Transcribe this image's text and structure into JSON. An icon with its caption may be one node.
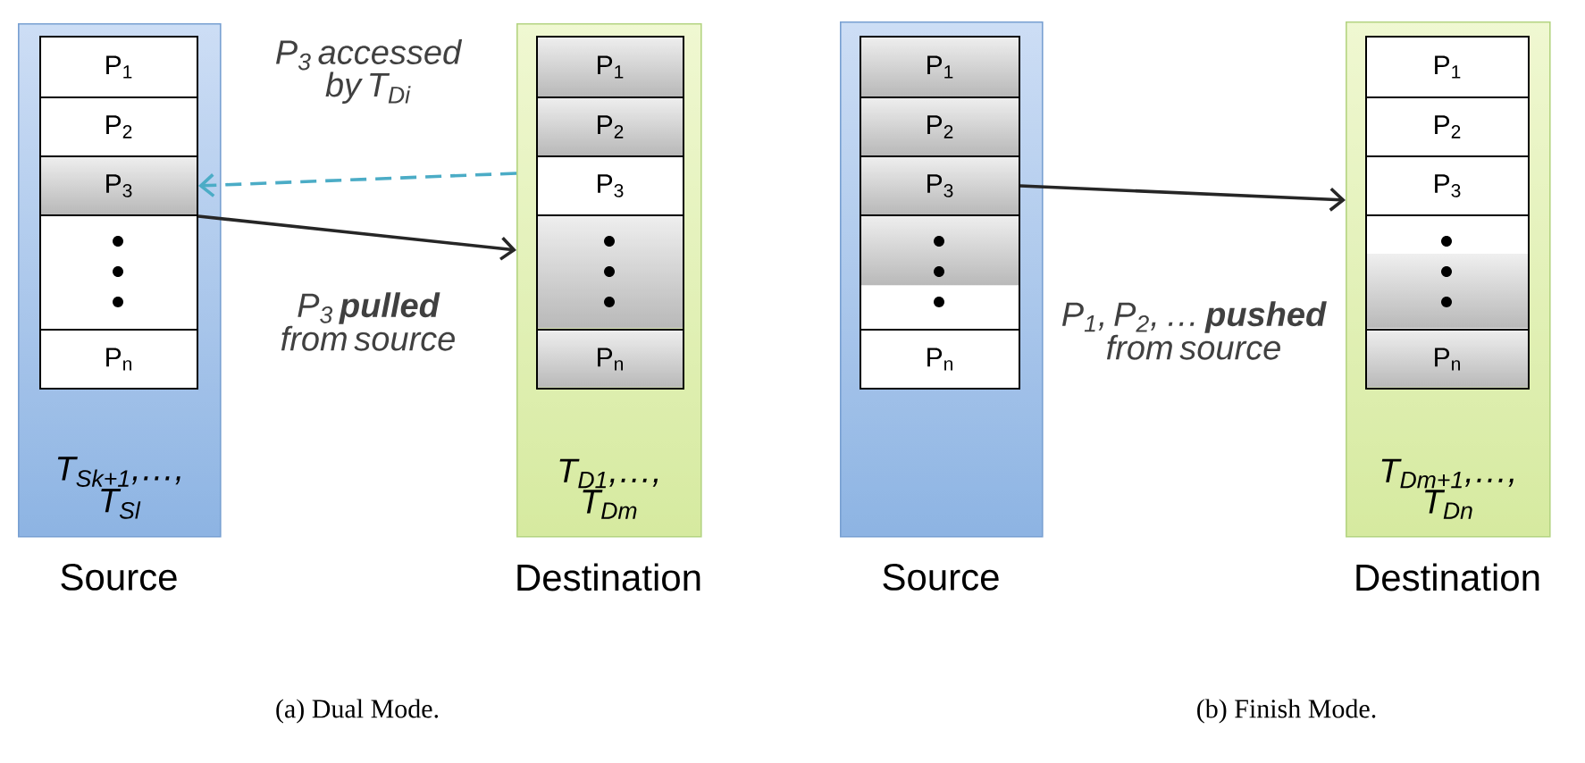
{
  "diagram": {
    "nodes": [
      {
        "text": [
          "T$_{Sk+1}$,…, T$_{Sl}$"
        ],
        "beside": [
          "Source"
        ]
      },
      {
        "text": [
          "P$_{1}$"
        ],
        "in": 0
      },
      {
        "text": [
          "P$_{2}$"
        ],
        "in": 0
      },
      {
        "text": [
          "P$_{3}$"
        ],
        "in": 0
      },
      {
        "text": [],
        "shape": "box",
        "in": 0
      },
      {
        "text": [
          "P$_{n}$"
        ],
        "in": 0
      },
      {
        "text": [
          "T$_{D1}$,…, T$_{Dm}$"
        ],
        "beside": [
          "Destination"
        ]
      },
      {
        "text": [
          "P$_{1}$"
        ],
        "in": 6
      },
      {
        "text": [
          "P$_{2}$"
        ],
        "in": 6
      },
      {
        "text": [
          "P$_{3}$"
        ],
        "in": 6
      },
      {
        "text": [],
        "shape": "box",
        "in": 6
      },
      {
        "text": [
          "P$_{n}$"
        ],
        "in": 6
      },
      {
        "text": [],
        "shape": "box",
        "beside": [
          "Source"
        ]
      },
      {
        "text": [
          "P$_{1}$"
        ],
        "in": 12
      },
      {
        "text": [
          "P$_{2}$"
        ],
        "in": 12
      },
      {
        "text": [
          "P$_{3}$"
        ],
        "in": 12
      },
      {
        "text": [],
        "shape": "box",
        "in": 12
      },
      {
        "text": [
          "P$_{n}$"
        ],
        "in": 12
      },
      {
        "text": [
          "T$_{Dm+1}$,…, T$_{Dn}$"
        ],
        "beside": [
          "Destination"
        ]
      },
      {
        "text": [
          "P$_{1}$"
        ],
        "in": 18
      },
      {
        "text": [
          "P$_{2}$"
        ],
        "in": 18
      },
      {
        "text": [
          "P$_{3}$"
        ],
        "in": 18
      },
      {
        "text": [],
        "shape": "box",
        "in": 18
      },
      {
        "text": [
          "P$_{n}$"
        ],
        "in": 18
      }
    ],
    "edges": [
      {
        "from": 6,
        "to": 3,
        "arrow": "to",
        "label": "P$_{3}$ accessed by T$_{Di}$",
        "style": "dashed",
        "color": "#4bacc6"
      },
      {
        "from": 3,
        "to": 6,
        "arrow": "to",
        "label": "P$_{3}$ **pulled** from source"
      },
      {
        "from": 15,
        "to": 18,
        "arrow": "to",
        "label": "P$_{1}$, P$_{2}$, … **pushed** from source"
      }
    ],
    "labels": [
      "(a) Dual Mode.",
      "(b) Finish Mode."
    ]
  }
}
